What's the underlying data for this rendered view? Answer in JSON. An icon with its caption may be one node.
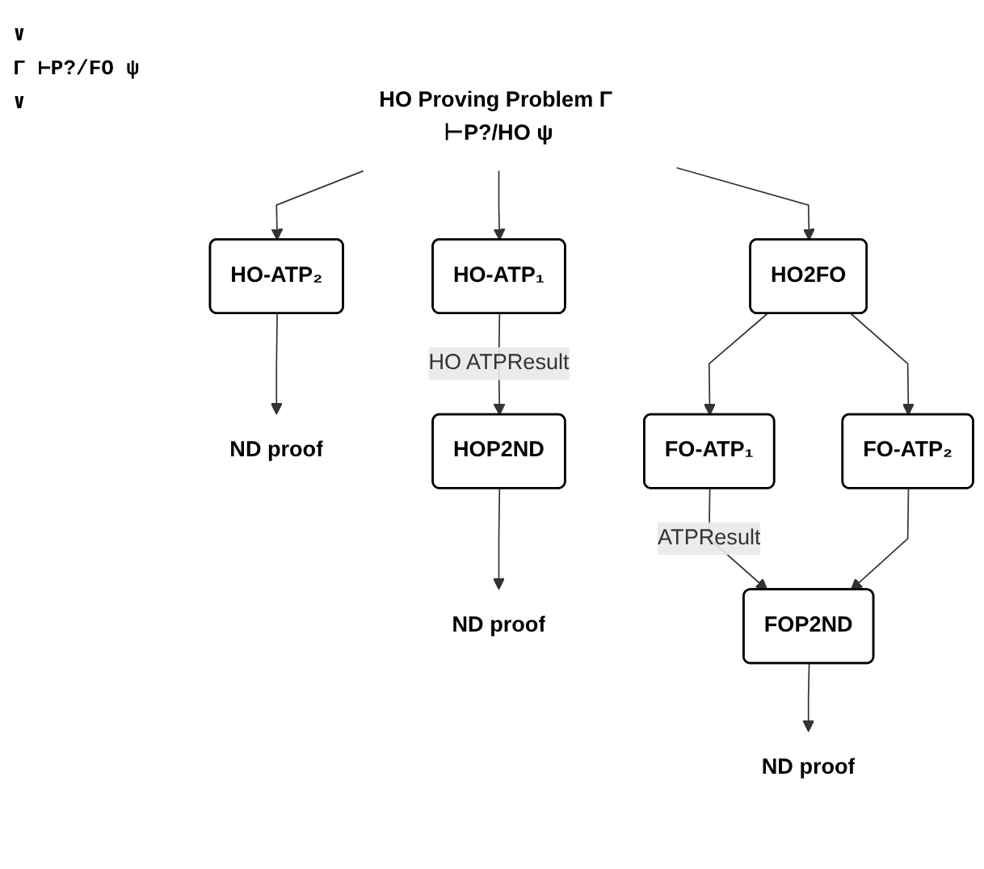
{
  "diagram": {
    "nodes": [
      {
        "text": [
          "HO Proving Problem Γ ⊢P?/HO ψ"
        ]
      },
      {
        "text": [
          "HO2FO"
        ]
      },
      {
        "text": [
          "HO-ATP₁"
        ]
      },
      {
        "text": [
          "HO-ATP₂"
        ]
      },
      {
        "text": [
          "ND proof"
        ]
      },
      {
        "text": [
          "FO-ATP₁"
        ]
      },
      {
        "text": [
          "FO-ATP₂"
        ]
      },
      {
        "text": [
          "HOP2ND"
        ]
      },
      {
        "text": [
          "ND proof"
        ]
      },
      {
        "text": [
          "FOP2ND"
        ]
      },
      {
        "text": [
          "ND proof"
        ]
      }
    ],
    "edges": [
      {
        "from": 0,
        "to": 1,
        "arrow": "to"
      },
      {
        "from": 0,
        "to": 2,
        "arrow": "to"
      },
      {
        "from": 0,
        "to": 3,
        "arrow": "to"
      },
      {
        "from": 3,
        "to": 4,
        "arrow": "to"
      },
      {
        "from": 1,
        "to": 5,
        "arrow": "to"
      },
      {
        "from": 1,
        "to": 6,
        "arrow": "to"
      },
      {
        "from": 2,
        "to": 7,
        "label": "HO ATPResult",
        "arrow": "to"
      },
      {
        "from": 7,
        "to": 8,
        "arrow": "to"
      },
      {
        "from": 5,
        "to": 9,
        "label": "ATPResult",
        "arrow": "to"
      },
      {
        "from": 6,
        "to": 9,
        "arrow": "to"
      },
      {
        "from": 9,
        "to": 10,
        "arrow": "to"
      }
    ],
    "labels": [
      "∨",
      "Γ ⊢P?/FO ψ",
      "∨"
    ]
  }
}
